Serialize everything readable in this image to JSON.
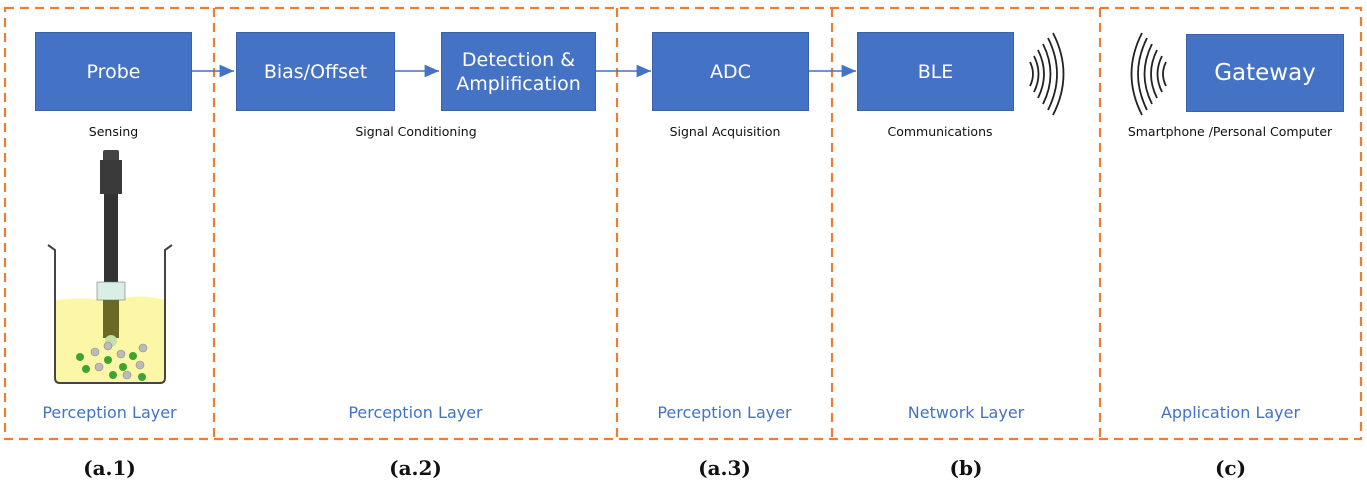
{
  "blocks": {
    "probe": "Probe",
    "bias": "Bias/Offset",
    "detection": "Detection &\nAmplification",
    "adc": "ADC",
    "ble": "BLE",
    "gateway": "Gateway"
  },
  "captions": {
    "sensing": "Sensing",
    "signal_conditioning": "Signal Conditioning",
    "signal_acquisition": "Signal Acquisition",
    "communications": "Communications",
    "smartphone": "Smartphone /Personal Computer"
  },
  "layers": {
    "a1": "Perception Layer",
    "a2": "Perception Layer",
    "a3": "Perception Layer",
    "b": "Network Layer",
    "c": "Application Layer"
  },
  "panels": {
    "a1": "(a.1)",
    "a2": "(a.2)",
    "a3": "(a.3)",
    "b": "(b)",
    "c": "(c)"
  },
  "colors": {
    "block_fill": "#4472C4",
    "dashed_border": "#ED7D31",
    "layer_text": "#4472C4",
    "arrow": "#4472C4"
  },
  "icons": [
    "beaker-probe-illustration",
    "wireless-signal-icon",
    "wireless-signal-icon"
  ]
}
